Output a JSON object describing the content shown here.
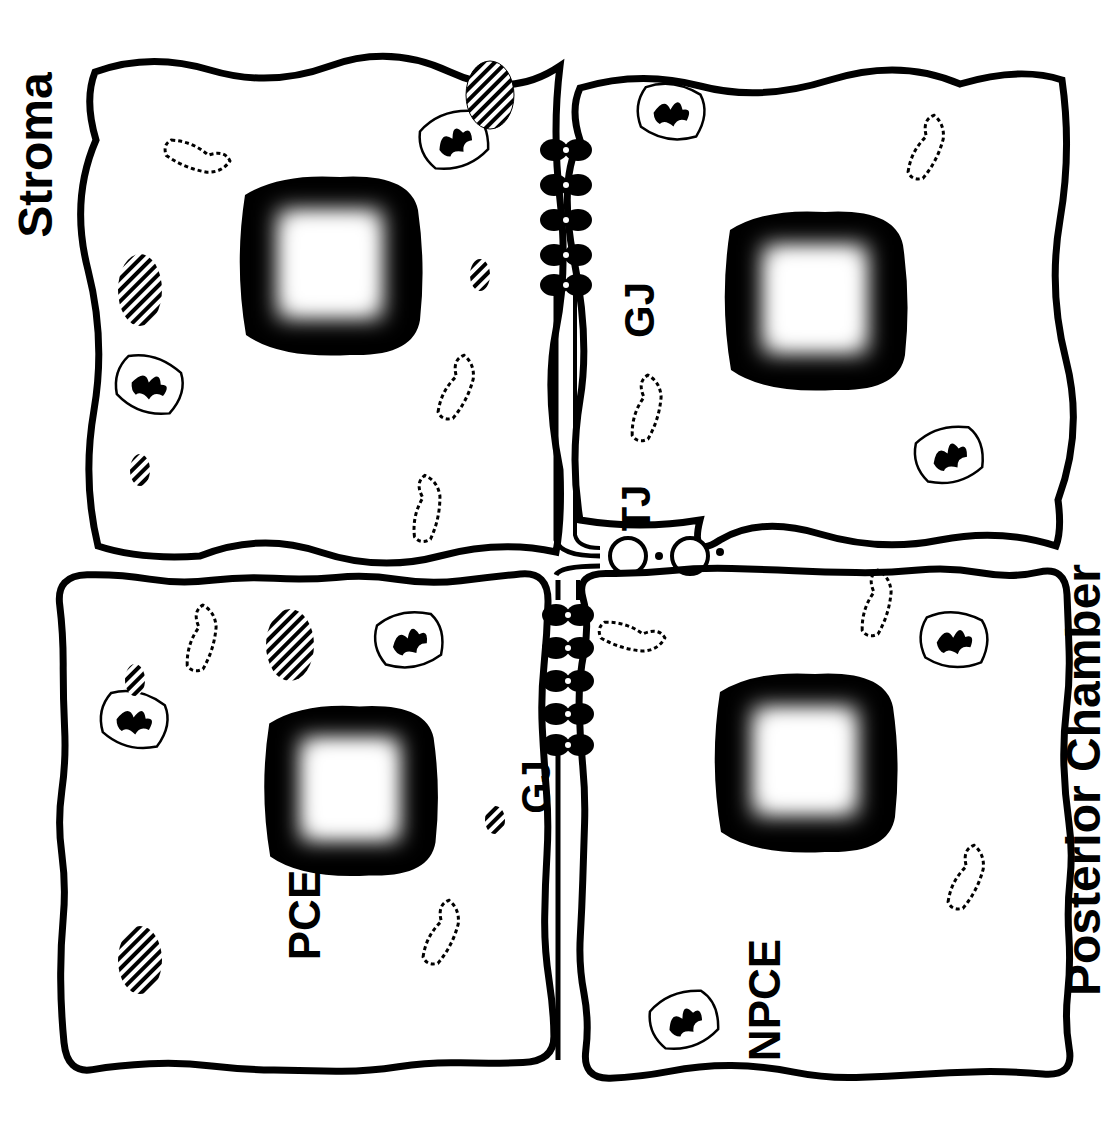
{
  "diagram": {
    "nodes": [
      {
        "text": [
          "PCE"
        ]
      },
      {
        "text": [
          "NPCE"
        ]
      }
    ],
    "labels": [
      "Stroma",
      "GJ",
      "TJ",
      "GJ",
      "Posterior Chamber"
    ]
  }
}
